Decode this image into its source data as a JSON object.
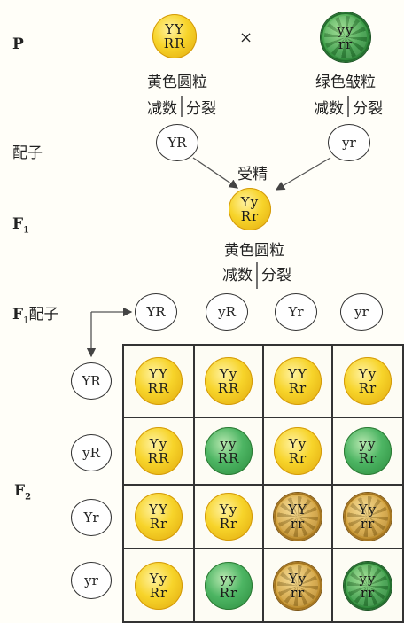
{
  "labels": {
    "p": "P",
    "gamete": "配子",
    "f1": "F",
    "f1_sub": "1",
    "f1_gamete": "F",
    "f1_gamete_sub": "1",
    "f1_gamete_text": "配子",
    "f2": "F",
    "f2_sub": "2",
    "cross": "×",
    "fertilization": "受精"
  },
  "parents": {
    "left": {
      "genotype_top": "YY",
      "genotype_bottom": "RR",
      "phenotype": "黄色圆粒",
      "meiosis": "减数",
      "division": "分裂",
      "color": "yellow-round"
    },
    "right": {
      "genotype_top": "yy",
      "genotype_bottom": "rr",
      "phenotype": "绿色皱粒",
      "meiosis": "减数",
      "division": "分裂",
      "color": "green-wrinkled"
    }
  },
  "p_gametes": [
    "YR",
    "yr"
  ],
  "f1": {
    "genotype_top": "Yy",
    "genotype_bottom": "Rr",
    "phenotype": "黄色圆粒",
    "meiosis": "减数",
    "division": "分裂"
  },
  "f1_gametes": [
    "YR",
    "yR",
    "Yr",
    "yr"
  ],
  "row_gametes": [
    "YR",
    "yR",
    "Yr",
    "yr"
  ],
  "grid": [
    [
      {
        "top": "YY",
        "bottom": "RR",
        "type": "yellow-round"
      },
      {
        "top": "Yy",
        "bottom": "RR",
        "type": "yellow-round"
      },
      {
        "top": "YY",
        "bottom": "Rr",
        "type": "yellow-round"
      },
      {
        "top": "Yy",
        "bottom": "Rr",
        "type": "yellow-round"
      }
    ],
    [
      {
        "top": "Yy",
        "bottom": "RR",
        "type": "yellow-round"
      },
      {
        "top": "yy",
        "bottom": "RR",
        "type": "green-round"
      },
      {
        "top": "Yy",
        "bottom": "Rr",
        "type": "yellow-round"
      },
      {
        "top": "yy",
        "bottom": "Rr",
        "type": "green-round"
      }
    ],
    [
      {
        "top": "YY",
        "bottom": "Rr",
        "type": "yellow-round"
      },
      {
        "top": "Yy",
        "bottom": "Rr",
        "type": "yellow-round"
      },
      {
        "top": "YY",
        "bottom": "rr",
        "type": "yellow-wrinkled"
      },
      {
        "top": "Yy",
        "bottom": "rr",
        "type": "yellow-wrinkled"
      }
    ],
    [
      {
        "top": "Yy",
        "bottom": "Rr",
        "type": "yellow-round"
      },
      {
        "top": "yy",
        "bottom": "Rr",
        "type": "green-round"
      },
      {
        "top": "Yy",
        "bottom": "rr",
        "type": "yellow-wrinkled"
      },
      {
        "top": "yy",
        "bottom": "rr",
        "type": "green-wrinkled"
      }
    ]
  ],
  "colors": {
    "yellow": "#f7d42a",
    "green": "#4db563",
    "line": "#333333"
  }
}
